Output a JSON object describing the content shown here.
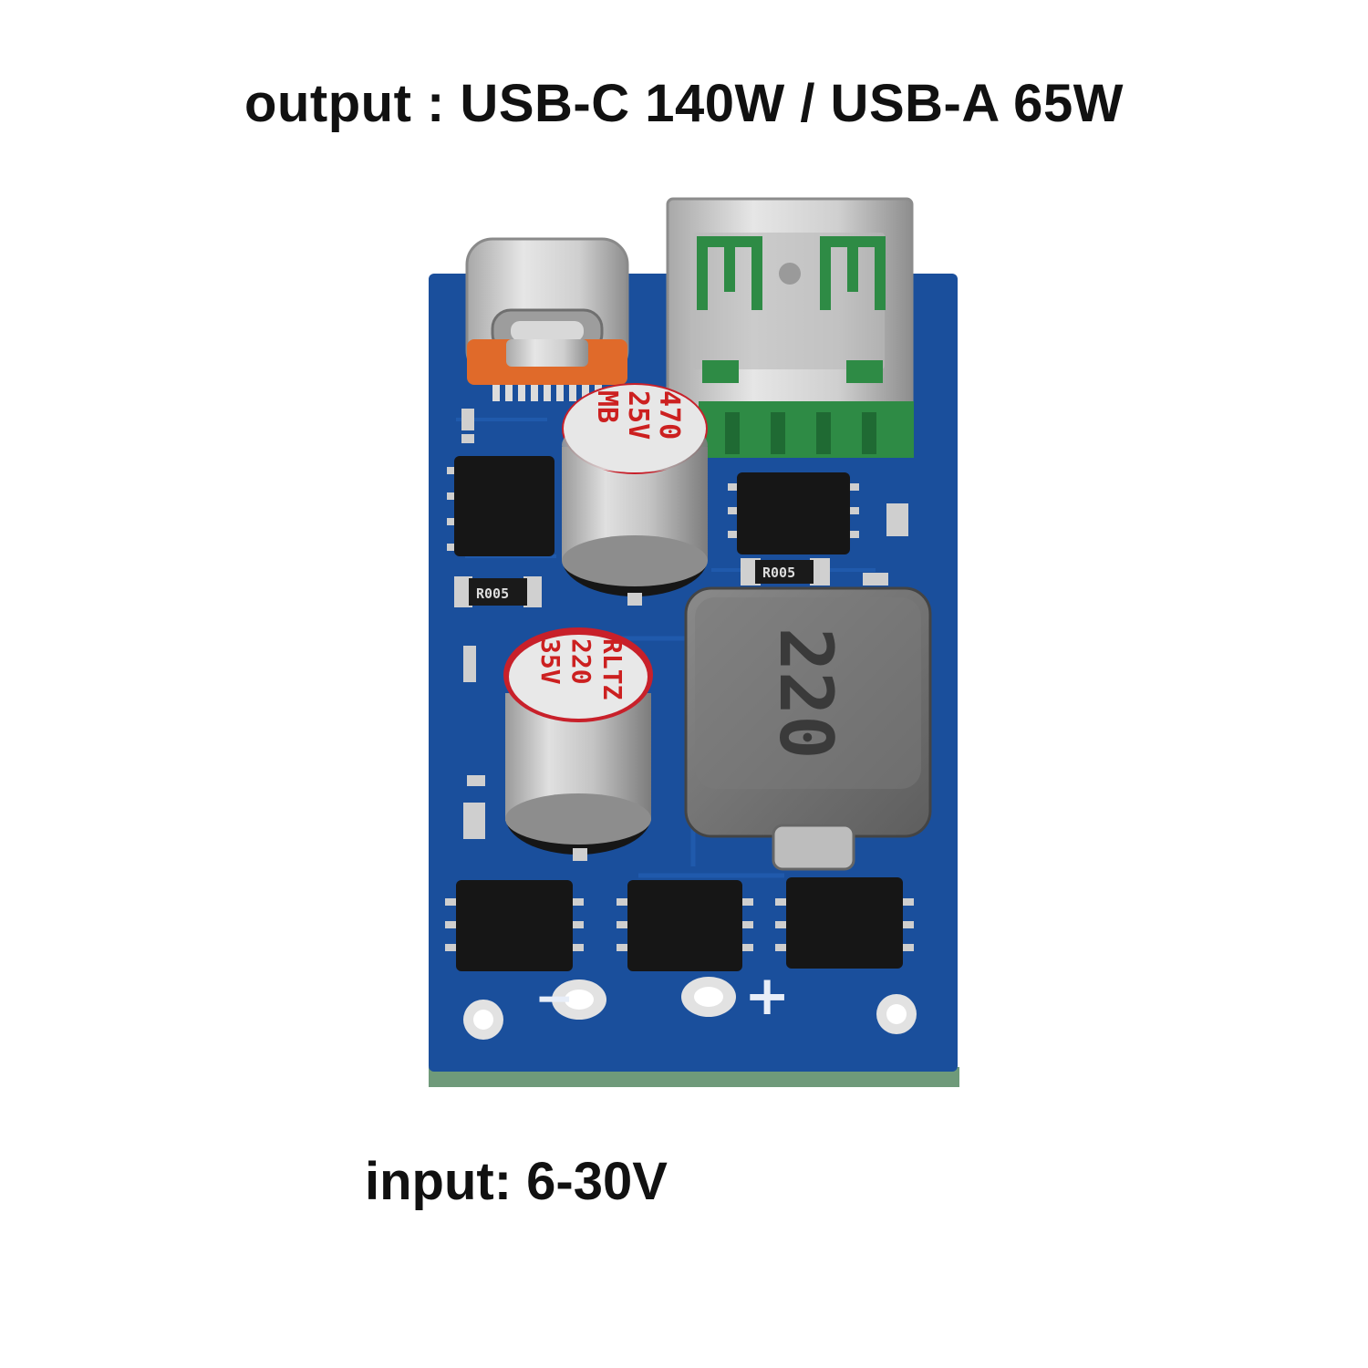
{
  "captions": {
    "output": "output : USB-C 140W / USB-A 65W",
    "input": "input: 6-30V"
  },
  "components": {
    "capacitor_top": [
      "470",
      "25V",
      "MB"
    ],
    "capacitor_bottom": [
      "RLTZ",
      "220",
      "35V"
    ],
    "inductor": "220",
    "resistor_left": "R005",
    "resistor_right": "R005",
    "polarity_minus": "−",
    "polarity_plus": "+"
  },
  "colors": {
    "pcb": "#1a4f9c",
    "capacitor_top_cap": "#c8202a",
    "capacitor_bottom_cap": "#c8202a",
    "connector_metal": "#c9c9c9",
    "usb_a_tongue": "#2e8b45",
    "usb_c_tab": "#e06a2a"
  }
}
